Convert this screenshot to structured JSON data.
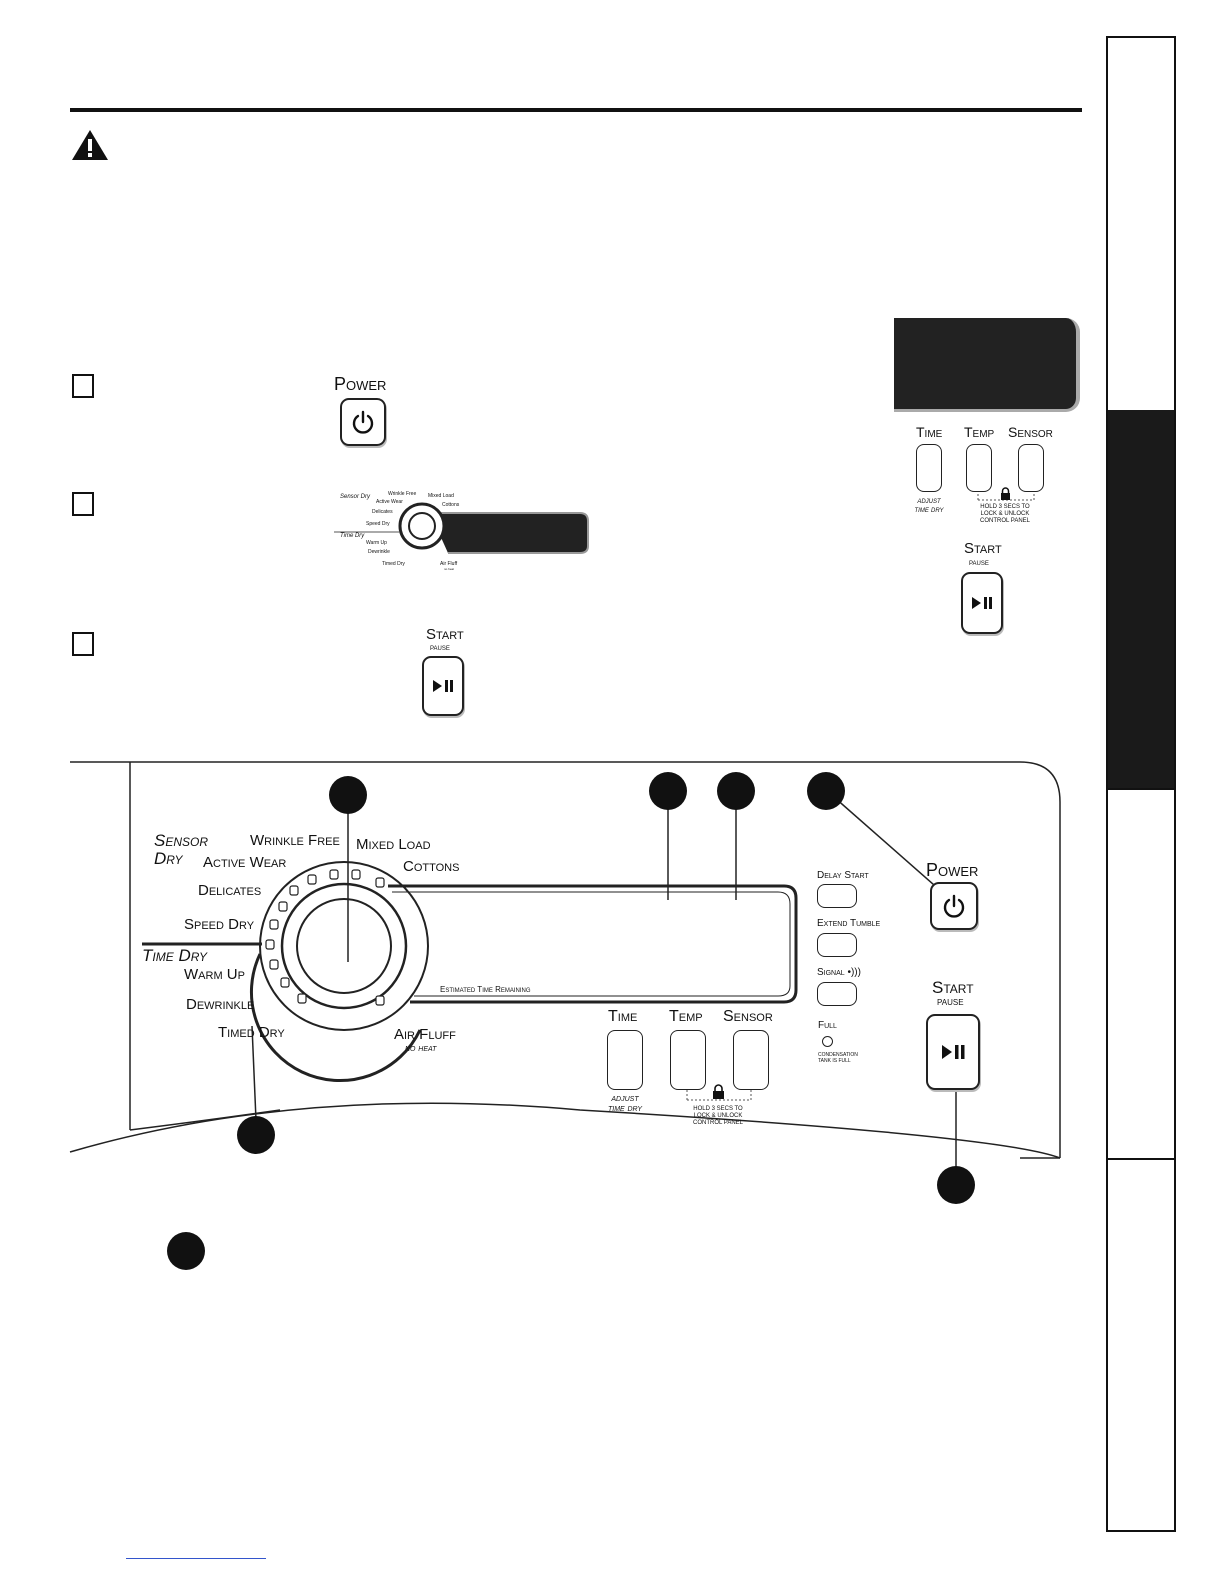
{
  "mini_power": {
    "label": "Power"
  },
  "mini_dial": {
    "sensor_dry": "Sensor Dry",
    "time_dry": "Time Dry",
    "cycles": [
      "Wrinkle Free",
      "Mixed Load",
      "Cottons",
      "Active Wear",
      "Delicates",
      "Speed Dry",
      "Warm Up",
      "Dewrinkle",
      "Timed Dry",
      "Air Fluff",
      "no heat"
    ]
  },
  "mini_start": {
    "label": "Start",
    "sub": "pause"
  },
  "mini_panel": {
    "time": "Time",
    "temp": "Temp",
    "sensor": "Sensor",
    "adjust": "adjust",
    "time_dry": "time dry",
    "hold_note": "HOLD 3 SECS TO\nLOCK & UNLOCK\nCONTROL PANEL",
    "start": "Start",
    "pause": "pause"
  },
  "panel": {
    "sensor_dry_1": "Sensor",
    "sensor_dry_2": "Dry",
    "time_dry": "Time Dry",
    "wrinkle_free": "Wrinkle Free",
    "mixed_load": "Mixed Load",
    "active_wear": "Active Wear",
    "cottons": "Cottons",
    "delicates": "Delicates",
    "speed_dry": "Speed Dry",
    "warm_up": "Warm Up",
    "dewrinkle": "Dewrinkle",
    "timed_dry": "Timed Dry",
    "air_fluff": "Air Fluff",
    "no_heat": "no heat",
    "estimated_time": "Estimated Time Remaining",
    "time": "Time",
    "temp": "Temp",
    "sensor": "Sensor",
    "adjust": "adjust",
    "time_dry_small": "time dry",
    "hold_note": "HOLD 3 SECS TO\nLOCK & UNLOCK\nCONTROL PANEL",
    "delay_start": "Delay Start",
    "extend_tumble": "Extend Tumble",
    "signal": "Signal",
    "full": "Full",
    "condensation": "CONDENSATION\nTANK IS FULL",
    "power": "Power",
    "start": "Start",
    "pause": "pause"
  },
  "icons": [
    "warning-icon",
    "power-icon",
    "play-pause-icon",
    "lock-icon",
    "signal-icon"
  ]
}
